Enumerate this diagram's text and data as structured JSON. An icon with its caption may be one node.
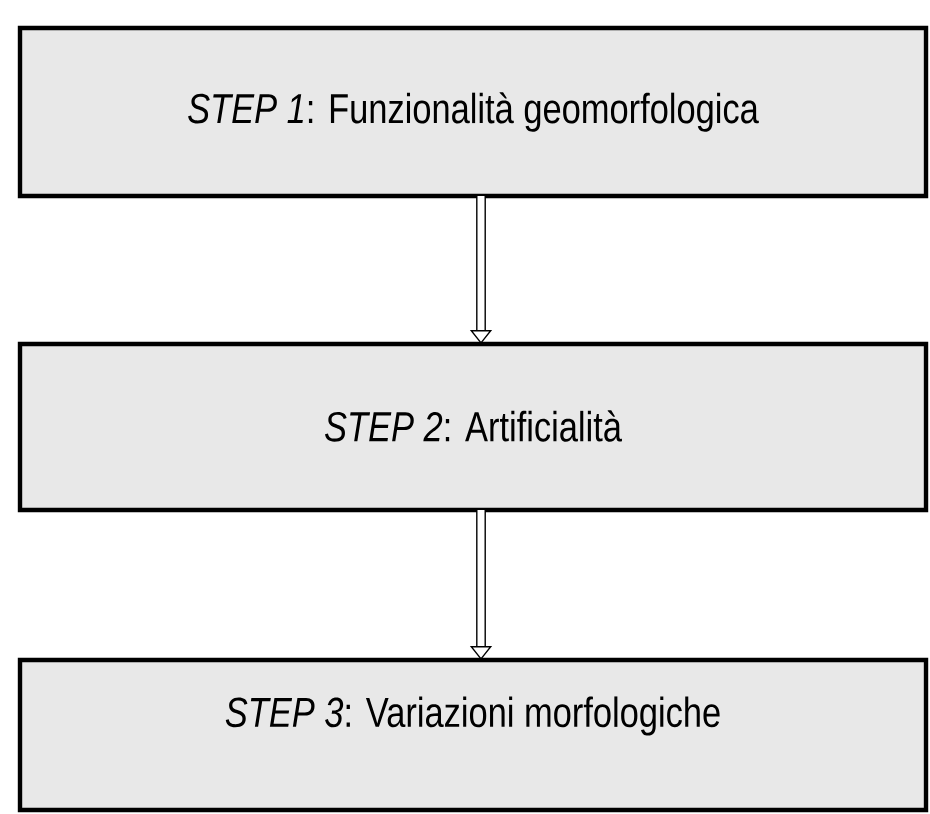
{
  "diagram": {
    "nodes": [
      {
        "text": [
          "*STEP 1*: Funzionalità geomorfologica"
        ]
      },
      {
        "text": [
          "*STEP 2*: Artificialità"
        ]
      },
      {
        "text": [
          "*STEP 3*: Variazioni morfologiche"
        ]
      }
    ],
    "edges": [
      {
        "from": 0,
        "to": 1,
        "arrow": "to"
      },
      {
        "from": 1,
        "to": 2,
        "arrow": "to"
      }
    ]
  }
}
